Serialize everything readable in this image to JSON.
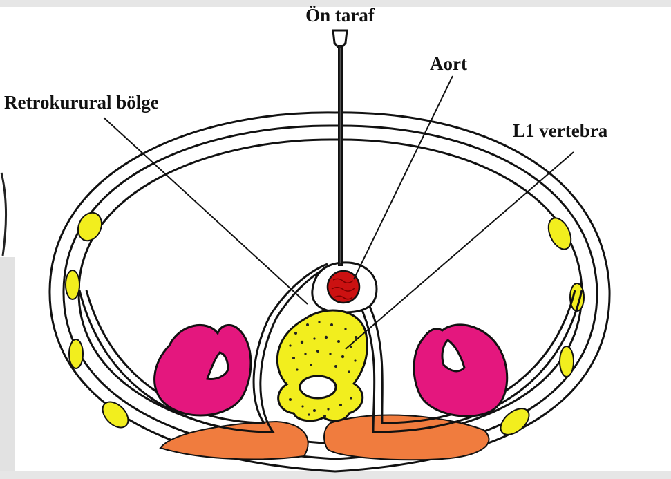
{
  "labels": {
    "anterior": "Ön taraf",
    "aorta": "Aort",
    "retrocrural": "Retrokurural bölge",
    "vertebra": "L1 vertebra"
  },
  "colors": {
    "aorta": "#cc1111",
    "vertebra": "#f2ee1e",
    "kidney": "#e4177e",
    "muscle": "#f07c3e",
    "rib": "#f2ee1e",
    "outline": "#111111",
    "page_frame": "#d9d9d9"
  },
  "icons": {
    "needle": "biopsy-needle"
  }
}
